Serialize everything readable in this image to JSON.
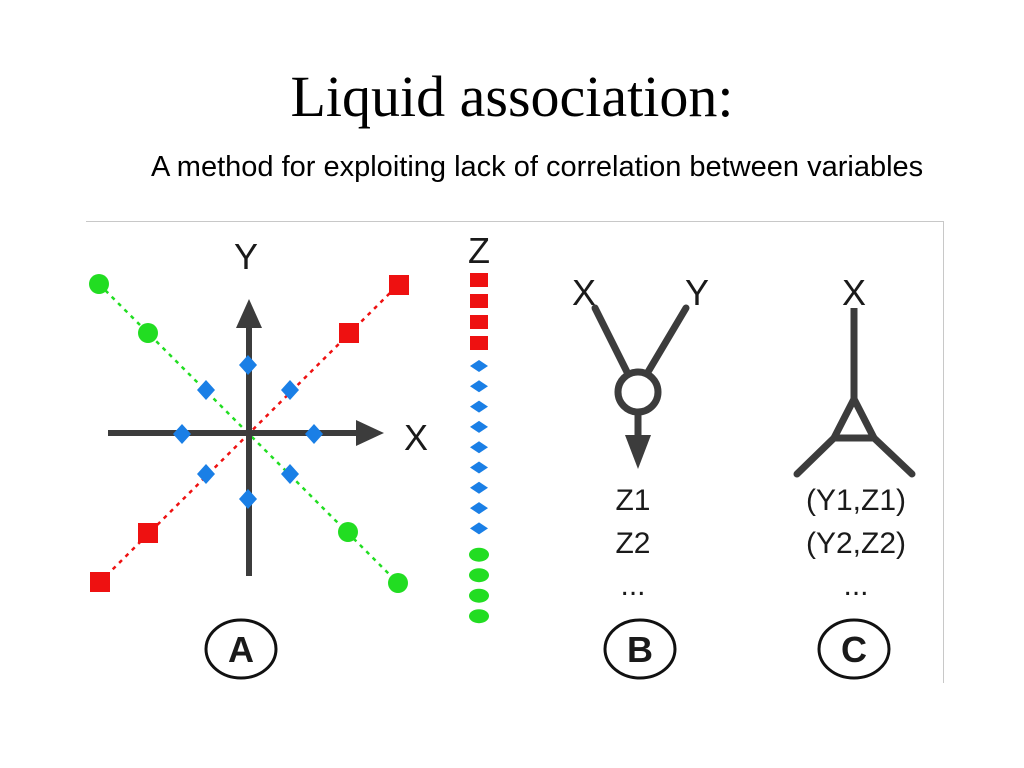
{
  "slide": {
    "title": "Liquid association:",
    "subtitle": "A method for exploiting lack of correlation between variables"
  },
  "colors": {
    "green": "#22dd22",
    "red": "#ee1111",
    "blue": "#1a7fe6",
    "axis": "#3c3c3c",
    "frame": "#c8c8c8"
  },
  "panel_a": {
    "label": "A",
    "x_axis_label": "X",
    "y_axis_label": "Y",
    "z_label": "Z",
    "z_strip": {
      "red_count": 4,
      "blue_count": 9,
      "green_count": 4
    }
  },
  "panel_b": {
    "label": "B",
    "input_x": "X",
    "input_y": "Y",
    "outputs": [
      "Z1",
      "Z2",
      "..."
    ]
  },
  "panel_c": {
    "label": "C",
    "input_x": "X",
    "outputs": [
      "(Y1,Z1)",
      "(Y2,Z2)",
      "..."
    ]
  }
}
